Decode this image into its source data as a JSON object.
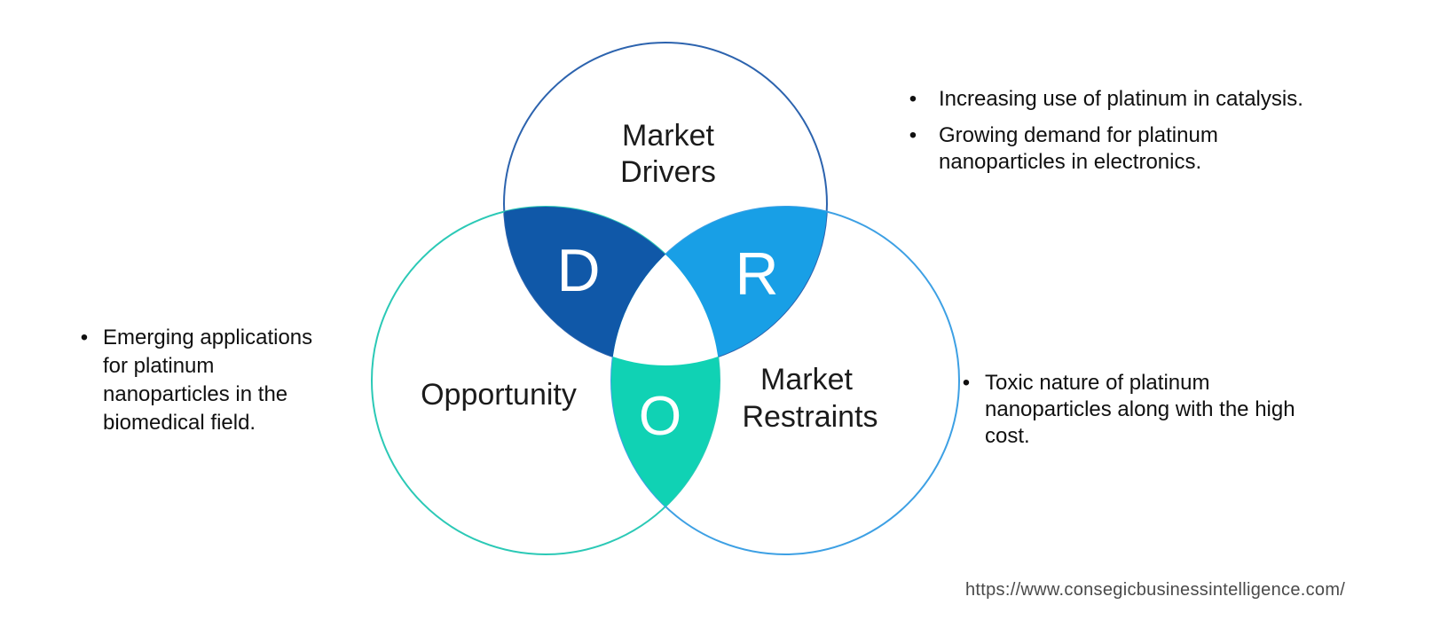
{
  "page": {
    "background_color": "#FFFFFF"
  },
  "venn": {
    "labels": {
      "drivers_line1": "Market",
      "drivers_line2": "Drivers",
      "opportunity": "Opportunity",
      "restraints_line1": "Market",
      "restraints_line2": "Restraints",
      "d_letter": "D",
      "r_letter": "R",
      "o_letter": "O"
    },
    "colors": {
      "drivers_stroke": "#2C63AE",
      "opportunity_stroke": "#2BC9B6",
      "restraints_stroke": "#3DA0E4",
      "d_region": "#1058A8",
      "r_region": "#189FE6",
      "o_region": "#10D2B4",
      "center_region": "#FFFFFF",
      "letter_color": "#FFFFFF",
      "label_color": "#1B1B1B",
      "note_text_color": "#101010",
      "url_color": "#4A4A4A"
    }
  },
  "annotations": {
    "drivers": {
      "items": [
        {
          "bullet": "•",
          "text": "Increasing use of platinum in catalysis."
        },
        {
          "bullet": "•",
          "text": "Growing demand for platinum\nnanoparticles in electronics."
        }
      ]
    },
    "opportunity": {
      "items": [
        {
          "bullet": "•",
          "text": "Emerging applications\nfor platinum\nnanoparticles in the\nbiomedical field."
        }
      ]
    },
    "restraints": {
      "items": [
        {
          "bullet": "•",
          "text": "Toxic nature of platinum\nnanoparticles along with the high\ncost."
        }
      ]
    }
  },
  "footer": {
    "url": "https://www.consegicbusinessintelligence.com/"
  }
}
